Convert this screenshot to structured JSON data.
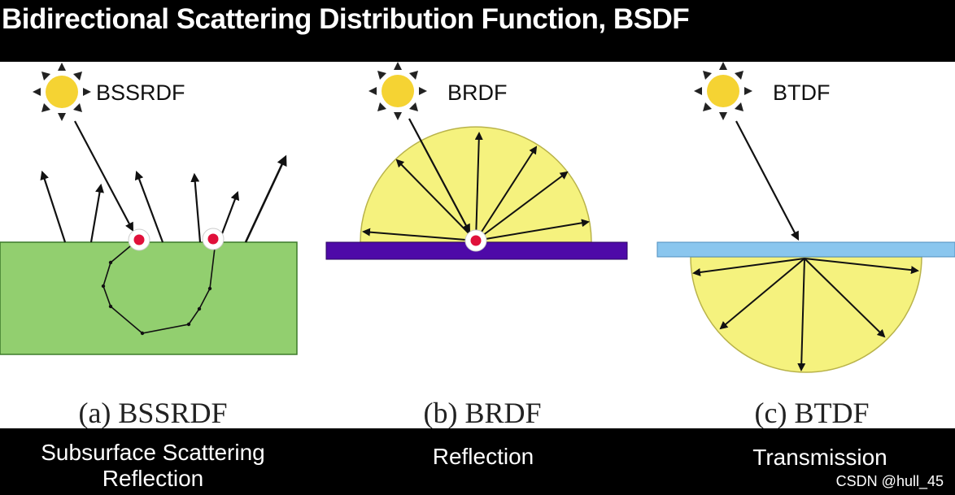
{
  "title": "Bidirectional Scattering Distribution Function, BSDF",
  "panels": [
    {
      "label": "BSSRDF",
      "caption": "(a) BSSRDF",
      "description": "Subsurface Scattering Reflection"
    },
    {
      "label": "BRDF",
      "caption": "(b) BRDF",
      "description": "Reflection"
    },
    {
      "label": "BTDF",
      "caption": "(c) BTDF",
      "description": "Transmission"
    }
  ],
  "watermark": "CSDN @hull_45",
  "colors": {
    "sun": "#f5d333",
    "skin_material": "#92cf6f",
    "hemisphere": "#f5f27e",
    "reflect_surface": "#4e0aa8",
    "transmit_surface": "#8ac6ee",
    "scatter_point": "#e0103a"
  },
  "icons": [
    "sun-icon",
    "scatter-point-icon"
  ]
}
